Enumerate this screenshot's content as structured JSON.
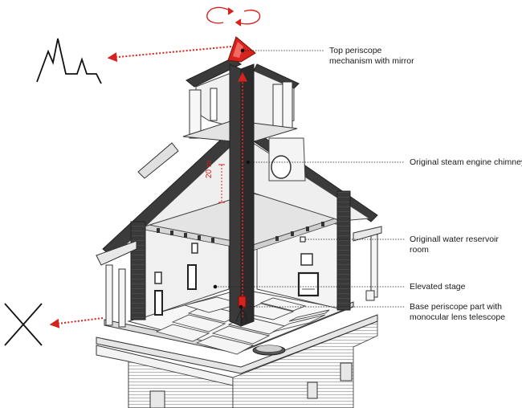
{
  "labels": {
    "top_periscope": [
      "Top periscope",
      "mechanism with mirror"
    ],
    "chimney": "Original steam engine chimney",
    "water_room": [
      "Originall water reservoir",
      "room"
    ],
    "stage": "Elevated stage",
    "base_periscope": [
      "Base periscope part with",
      "monocular lens telescope"
    ],
    "height": "20 m"
  },
  "colors": {
    "accent_red": "#d7231e",
    "outline": "#2a2a2a",
    "roof_dark": "#3c3c3c",
    "wall_light": "#f1f1f1"
  },
  "icons": {
    "rotation": "rotate-arrows-icon",
    "view_signal": "skyline-zigzag-icon",
    "no_view": "x-cross-icon"
  }
}
